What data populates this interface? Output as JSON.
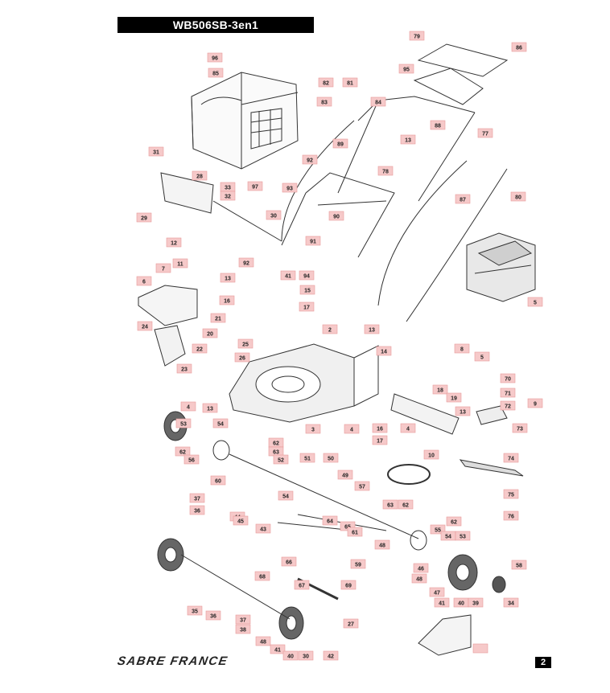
{
  "header": {
    "title": "WB506SB-3en1"
  },
  "footer": {
    "brand": "SABRE FRANCE",
    "page_number": "2"
  },
  "callouts": [
    "79",
    "86",
    "95",
    "96",
    "82",
    "81",
    "83",
    "84",
    "85",
    "88",
    "77",
    "89",
    "13",
    "31",
    "28",
    "92",
    "93",
    "78",
    "33",
    "32",
    "97",
    "29",
    "30",
    "90",
    "91",
    "87",
    "80",
    "12",
    "11",
    "7",
    "13",
    "6",
    "92",
    "41",
    "94",
    "15",
    "16",
    "17",
    "5",
    "2",
    "21",
    "20",
    "22",
    "25",
    "26",
    "24",
    "13",
    "14",
    "8",
    "5",
    "23",
    "4",
    "13",
    "70",
    "71",
    "72",
    "9",
    "53",
    "54",
    "18",
    "19",
    "13",
    "73",
    "62",
    "56",
    "3",
    "4",
    "16",
    "17",
    "4",
    "62",
    "63",
    "51",
    "50",
    "10",
    "74",
    "60",
    "52",
    "49",
    "57",
    "75",
    "37",
    "36",
    "54",
    "44",
    "45",
    "43",
    "64",
    "65",
    "61",
    "63",
    "62",
    "76",
    "55",
    "62",
    "54",
    "53",
    "48",
    "46",
    "66",
    "59",
    "47",
    "58",
    "68",
    "67",
    "69",
    "48",
    "41",
    "40",
    "39",
    "34",
    "35",
    "36",
    "37",
    "38",
    "48",
    "41",
    "40",
    "30",
    "42",
    "27"
  ]
}
